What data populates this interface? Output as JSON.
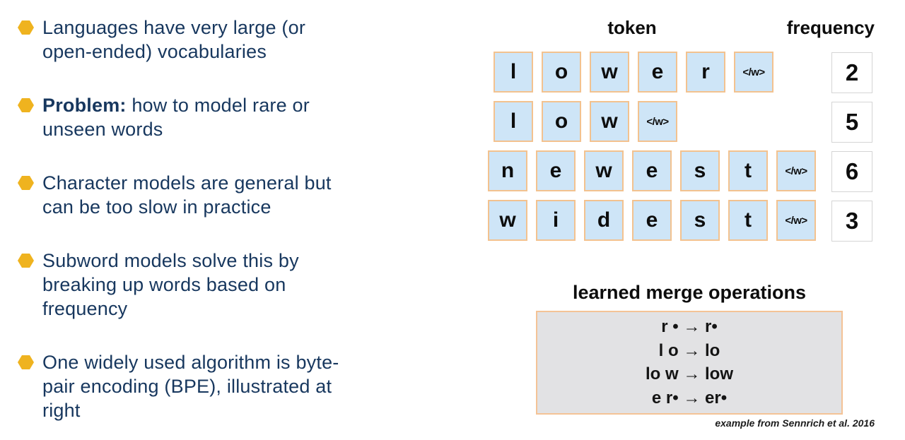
{
  "bullets": [
    {
      "lines": [
        "Languages have very large (or",
        "open-ended) vocabularies"
      ]
    },
    {
      "bold_prefix": "Problem:",
      "lines": [
        " how to model rare or",
        "unseen words"
      ]
    },
    {
      "lines": [
        "Character models are general but",
        "can be too slow in practice"
      ]
    },
    {
      "lines": [
        "Subword models solve this by",
        "breaking up words based on",
        "frequency"
      ]
    },
    {
      "lines": [
        "One widely used algorithm is byte-",
        "pair encoding (BPE), illustrated at",
        "right"
      ]
    }
  ],
  "token_table": {
    "token_header": "token",
    "frequency_header": "frequency",
    "rows": [
      {
        "tiles": [
          "l",
          "o",
          "w",
          "e",
          "r",
          "</w>"
        ],
        "frequency": "2"
      },
      {
        "tiles": [
          "l",
          "o",
          "w",
          "</w>"
        ],
        "frequency": "5"
      },
      {
        "tiles": [
          "n",
          "e",
          "w",
          "e",
          "s",
          "t",
          "</w>"
        ],
        "frequency": "6"
      },
      {
        "tiles": [
          "w",
          "i",
          "d",
          "e",
          "s",
          "t",
          "</w>"
        ],
        "frequency": "3"
      }
    ]
  },
  "merge_box": {
    "title": "learned merge operations",
    "operations": [
      "r • → r•",
      "l o → lo",
      "lo w → low",
      "e r• → er•"
    ]
  },
  "caption": "example from Sennrich et al. 2016",
  "colors": {
    "bullet_text": "#17375E",
    "hexagon": "#EFB31F",
    "tile_fill": "#CEE5F7",
    "tile_border": "#F3C28F",
    "frequency_box_border": "#D5D5D5",
    "merge_box_fill": "#E2E2E4",
    "merge_box_border": "#F4C396"
  }
}
